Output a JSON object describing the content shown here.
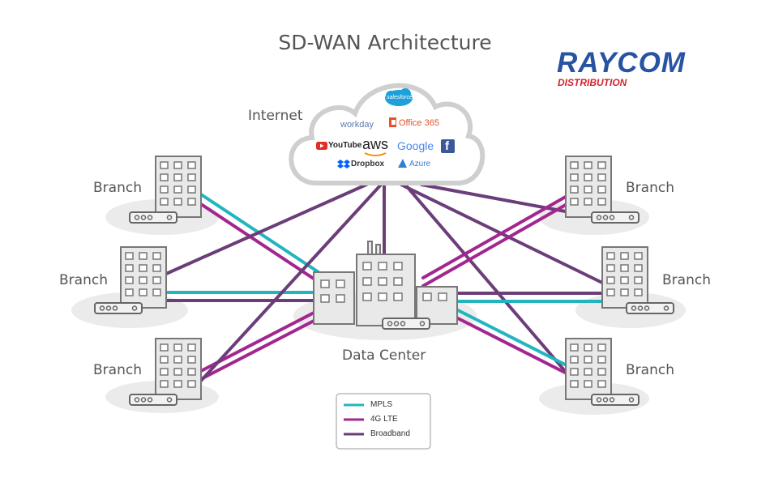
{
  "title": "SD-WAN Architecture",
  "logo": {
    "name": "RAYCOM",
    "sub": "DISTRIBUTION"
  },
  "internet": {
    "label": "Internet",
    "services": {
      "salesforce": "salesforce",
      "workday": "workday",
      "office365": "Office 365",
      "youtube": "YouTube",
      "aws": "aws",
      "google": "Google",
      "facebook": "f",
      "dropbox": "Dropbox",
      "azure": "Azure"
    }
  },
  "branches": {
    "left_top": "Branch",
    "left_mid": "Branch",
    "left_bottom": "Branch",
    "right_top": "Branch",
    "right_mid": "Branch",
    "right_bottom": "Branch"
  },
  "data_center": {
    "label": "Data Center"
  },
  "legend": [
    {
      "label": "MPLS",
      "color": "#21b6be"
    },
    {
      "label": "4G LTE",
      "color": "#a3268f"
    },
    {
      "label": "Broadband",
      "color": "#6b3d79"
    }
  ],
  "colors": {
    "mpls": "#21b6be",
    "lte": "#a3268f",
    "broadband": "#6b3d79"
  }
}
